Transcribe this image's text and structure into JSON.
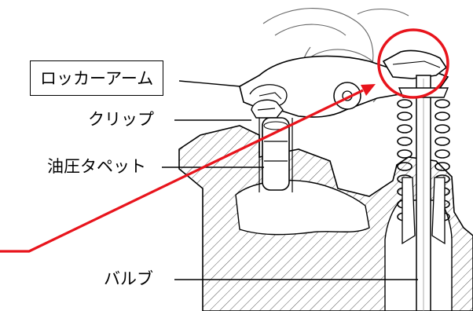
{
  "labels": {
    "rocker_arm": "ロッカーアーム",
    "clip": "クリップ",
    "hydraulic_tappet": "油圧タペット",
    "valve": "バルブ"
  },
  "colors": {
    "line": "#000000",
    "hatch": "#444444",
    "highlight": "#e8141c",
    "background": "#ffffff"
  }
}
